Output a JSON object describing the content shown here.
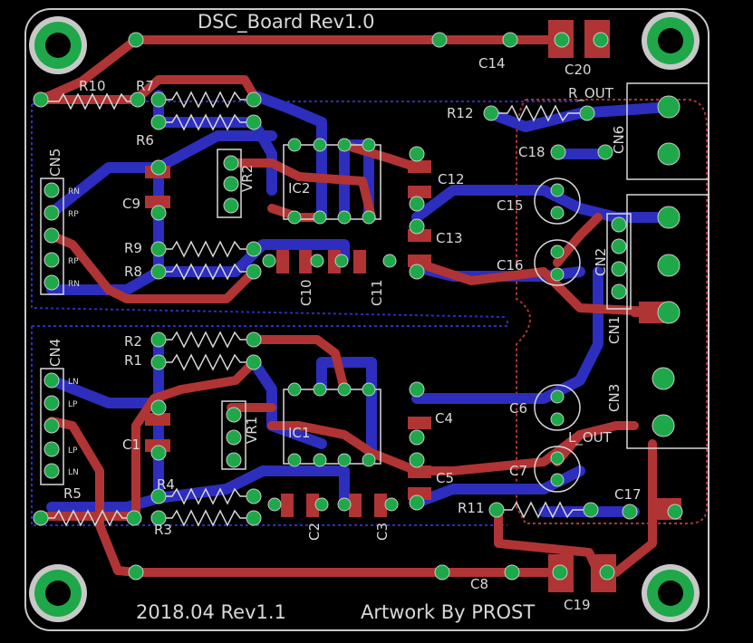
{
  "board": {
    "title": "DSC_Board Rev1.0",
    "date_rev": "2018.04 Rev1.1",
    "artwork": "Artwork By PROST"
  },
  "colors": {
    "background": "#000000",
    "outline": "#c8c8c8",
    "top_copper": "#b03434",
    "bottom_copper": "#2d2dbe",
    "pad": "#1fa84a",
    "silk": "#d8d8d8"
  },
  "labels": {
    "r10": "R10",
    "r7": "R7",
    "r6": "R6",
    "r12": "R12",
    "r9": "R9",
    "r8": "R8",
    "r2": "R2",
    "r1": "R1",
    "r4": "R4",
    "r3": "R3",
    "r5": "R5",
    "r11": "R11",
    "c14": "C14",
    "c20": "C20",
    "c18": "C18",
    "c12": "C12",
    "c13": "C13",
    "c15": "C15",
    "c16": "C16",
    "c9": "C9",
    "c10": "C10",
    "c11": "C11",
    "c4": "C4",
    "c5": "C5",
    "c6": "C6",
    "c7": "C7",
    "c1": "C1",
    "c2": "C2",
    "c3": "C3",
    "c17": "C17",
    "c8": "C8",
    "c19": "C19",
    "vr2": "VR2",
    "vr1": "VR1",
    "ic2": "IC2",
    "ic1": "IC1",
    "cn5": "CN5",
    "cn4": "CN4",
    "cn6": "CN6",
    "cn2": "CN2",
    "cn1": "CN1",
    "cn3": "CN3",
    "r_out": "R_OUT",
    "l_out": "L_OUT",
    "cn5_pins": [
      "RN",
      "RP",
      "",
      "RP",
      "RN"
    ],
    "cn4_pins": [
      "LN",
      "LP",
      "",
      "LP",
      "LN"
    ]
  }
}
